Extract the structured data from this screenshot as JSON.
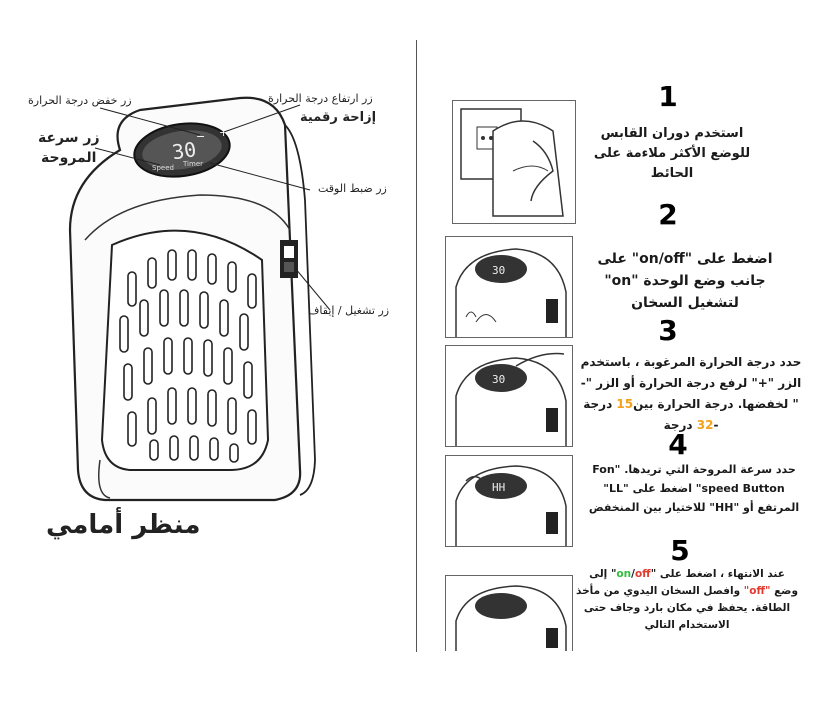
{
  "colors": {
    "accent_green": "#2fbf3a",
    "accent_red": "#e23a2f",
    "accent_orange": "#f2a21b"
  },
  "heater": {
    "display_value": "30",
    "speed_label": "Speed",
    "timer_label": "Timer",
    "minus_symbol": "−",
    "plus_symbol": "+",
    "labels": {
      "temp_down": "زر خفض درجة الحرارة",
      "temp_up": "زر ارتفاع درجة الحرارة",
      "digital_offset": "إزاحة رقمية",
      "fan_speed_line1": "زر سرعة",
      "fan_speed_line2": "المروحة",
      "timer": "زر ضبط الوقت",
      "power": "زر تشغيل / إيقاف"
    },
    "front_title": "منظر أمامي"
  },
  "steps": [
    {
      "number": "1",
      "text": "استخدم دوران القابس للوضع الأكثر ملاءمة على الحائط"
    },
    {
      "number": "2",
      "text_before": "اضغط على \"on/off\" على جانب وضع الوحدة \"on\" لتشغيل السخان"
    },
    {
      "number": "3",
      "text_before": "حدد درجة الحرارة المرغوبة ، باستخدم الزر \"+\" لرفع درجة الحرارة أو الزر \"-\" لخفضها. درجة الحرارة بين",
      "temp_min": "15",
      "mid": " درجة -",
      "temp_max": "32",
      "text_after": " درجة"
    },
    {
      "number": "4",
      "text": "حدد سرعة المروحة التي تريدها. \"Fon speed Button\" اضغط على \"LL\" المرتفع أو \"HH\" للاختيار بين المنخفض"
    },
    {
      "number": "5",
      "p1": "عند الانتهاء ، اضغط على ",
      "q1": "\"",
      "on": "on",
      "slash": "/",
      "off": "off",
      "q2": "\"",
      "p2": " إلى وضع ",
      "off_q": "\"off\"",
      "p3": " وافصل السخان اليدوي من مأخذ الطاقة. يحفظ في مكان بارد وجاف حتى الاستخدام التالي"
    }
  ],
  "thumb_displays": [
    "30",
    "30",
    "HH"
  ]
}
